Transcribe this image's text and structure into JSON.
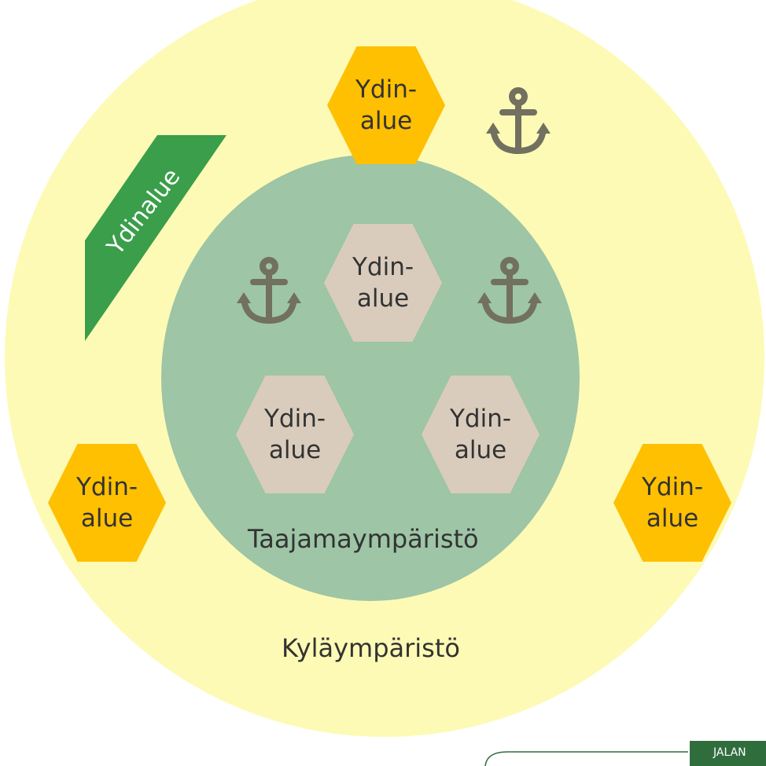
{
  "diagram": {
    "outer_zone_label": "Kyläympäristö",
    "inner_zone_label": "Taajamaympäristö",
    "ribbon_label": "Ydinalue",
    "hexagons": [
      {
        "line1": "Ydin-",
        "line2": "alue"
      },
      {
        "line1": "Ydin-",
        "line2": "alue"
      },
      {
        "line1": "Ydin-",
        "line2": "alue"
      },
      {
        "line1": "Ydin-",
        "line2": "alue"
      },
      {
        "line1": "Ydin-",
        "line2": "alue"
      },
      {
        "line1": "Ydin-",
        "line2": "alue"
      }
    ],
    "anchor_icon": "anchor-icon"
  },
  "footer": {
    "tab_label": "JALAN"
  },
  "colors": {
    "outer_zone": "#fdfab5",
    "inner_zone": "#9dc5a6",
    "core_hex_outer": "#fec000",
    "core_hex_inner": "#d9ccbd",
    "ribbon": "#3a9e4a",
    "anchor": "#72705f",
    "footer_tab": "#2f6d3d"
  }
}
